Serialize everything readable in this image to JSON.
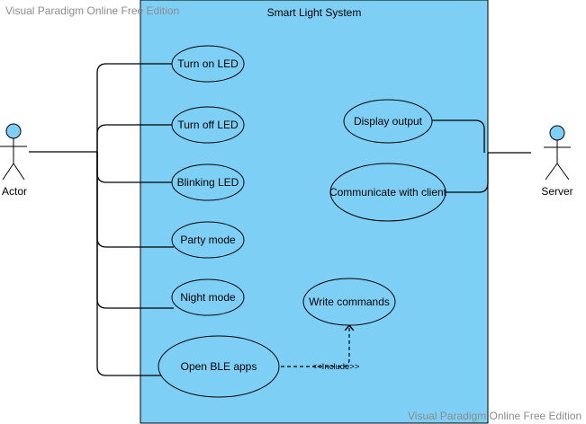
{
  "watermark": {
    "top": "Visual Paradigm Online Free Edition",
    "bottom": "Visual Paradigm Online Free Edition"
  },
  "system": {
    "title": "Smart Light System",
    "fill_color": "#7ecff5"
  },
  "actors": {
    "left": "Actor",
    "right": "Server",
    "head_color": "#7ecff5"
  },
  "use_cases": {
    "turn_on_led": "Turn on LED",
    "turn_off_led": "Turn off LED",
    "blinking_led": "Blinking LED",
    "party_mode": "Party mode",
    "night_mode": "Night mode",
    "open_ble_apps": "Open BLE apps",
    "write_commands": "Write commands",
    "display_output": "Display output",
    "communicate_with_client": "Communicate with client"
  },
  "relations": {
    "include_label": "<<Include>>"
  }
}
